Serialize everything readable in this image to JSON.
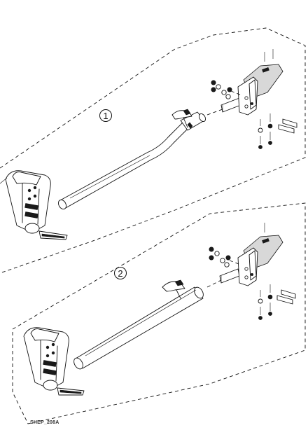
{
  "callouts": [
    {
      "label": "1"
    },
    {
      "label": "2"
    }
  ],
  "caption": "SHEP_208A"
}
